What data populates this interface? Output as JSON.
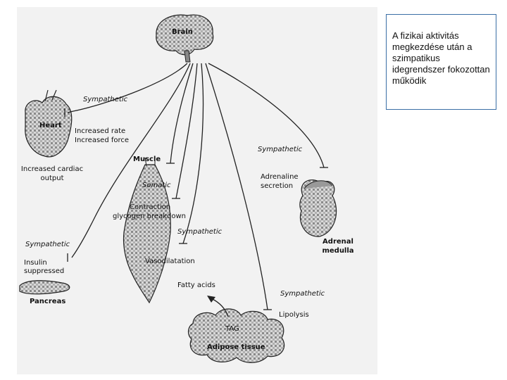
{
  "diagram": {
    "organs": {
      "brain": "Brain",
      "heart": "Heart",
      "muscle": "Muscle",
      "pancreas": "Pancreas",
      "adipose": "Adipose tissue",
      "adrenal": [
        "Adrenal",
        "medulla"
      ]
    },
    "nerves": {
      "heart": "Sympathetic",
      "adrenal": "Sympathetic",
      "pancreas": "Sympathetic",
      "vessels": "Sympathetic",
      "adipose": "Sympathetic",
      "muscle": "Somatic"
    },
    "effects": {
      "heart": [
        "Increased rate",
        "Increased force"
      ],
      "cardiac_output": [
        "Increased cardiac",
        "output"
      ],
      "muscle": [
        "Contraction",
        "glycogen breakdown"
      ],
      "vessels": "Vasodilatation",
      "insulin": [
        "Insulin",
        "suppressed"
      ],
      "adrenaline": [
        "Adrenaline",
        "secretion"
      ],
      "fatty_acids": "Fatty acids",
      "lipolysis": "Lipolysis",
      "tag": "TAG"
    }
  },
  "note": "A fizikai aktivitás megkezdése után a szimpatikus idegrendszer fokozottan működik"
}
